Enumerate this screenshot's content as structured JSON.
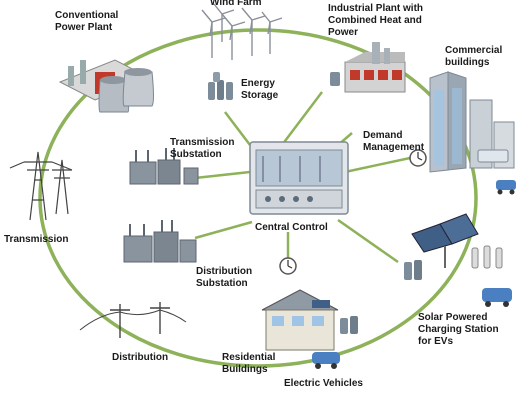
{
  "colors": {
    "ring": "#8db25a",
    "spoke": "#8db25a",
    "metal": "#7c8c9a",
    "roof": "#c0392b",
    "glass": "#9fc4e6",
    "tower": "#b9c2cc",
    "panel": "#3f5f86"
  },
  "labels": {
    "conventional_power_plant": "Conventional\nPower Plant",
    "wind_farm": "Wind Farm",
    "energy_storage": "Energy\nStorage",
    "industrial_plant": "Industrial Plant with\nCombined Heat and\nPower",
    "commercial_buildings": "Commercial\nbuildings",
    "transmission_substation": "Transmission\nSubstation",
    "demand_management": "Demand\nManagement",
    "transmission": "Transmission",
    "central_control": "Central Control",
    "distribution_substation": "Distribution\nSubstation",
    "solar_charging_station": "Solar Powered\nCharging Station\nfor EVs",
    "distribution": "Distribution",
    "residential_buildings": "Residential\nBuildings",
    "electric_vehicles": "Electric Vehicles"
  }
}
